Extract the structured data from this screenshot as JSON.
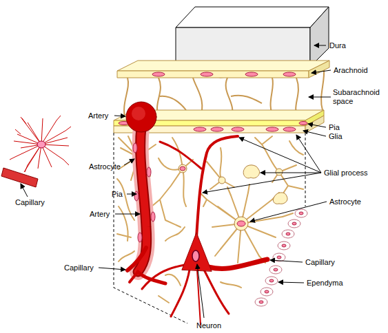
{
  "diagram": {
    "labels": [
      "Dura",
      "Arachnoid",
      "Subarachnoid space",
      "Artery",
      "Pia",
      "Glia",
      "Astrocyte",
      "Glial process",
      "Pia",
      "Capillary",
      "Astrocyte",
      "Artery",
      "Capillary",
      "Capillary",
      "Ependyma",
      "Neuron"
    ]
  }
}
